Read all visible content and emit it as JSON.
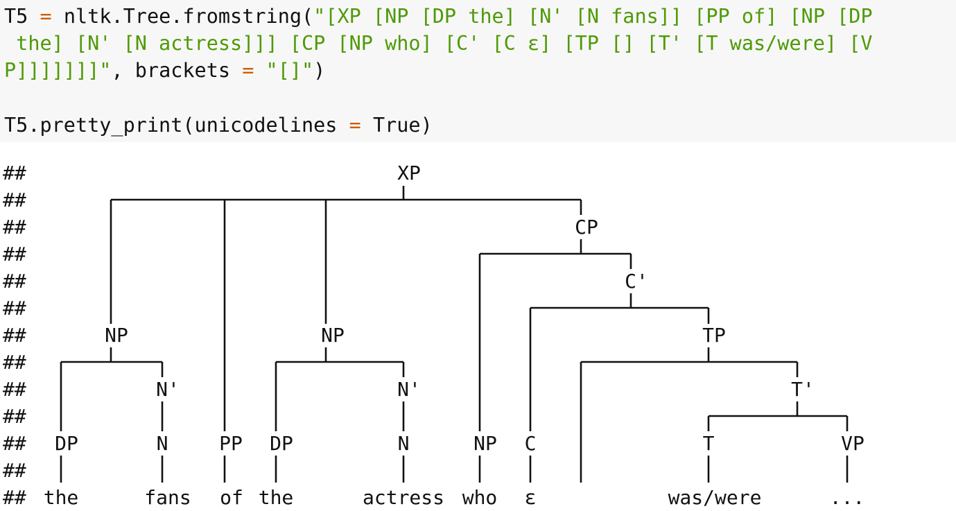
{
  "code": {
    "line1": {
      "var": "T5",
      "eq": "=",
      "call": "nltk.Tree.fromstring(",
      "str": "\"[XP [NP [DP the] [N' [N fans]] [PP of] [NP [DP"
    },
    "line2": {
      "str": " the] [N' [N actress]]] [CP [NP who] [C' [C ε] [TP [] [T' [T was/were] [V"
    },
    "line3": {
      "str": "P]]]]]]]\"",
      "mid": ", brackets ",
      "eq": "=",
      "space": " ",
      "str2": "\"[]\"",
      "close": ")"
    },
    "line5": {
      "call": "T5.pretty_print(unicodelines ",
      "eq": "=",
      "val": " True)"
    }
  },
  "output": {
    "prefix": "##",
    "row_count": 13,
    "tree": {
      "XP": "XP",
      "CP": "CP",
      "C_bar": "C'",
      "NP_1": "NP",
      "NP_2": "NP",
      "TP": "TP",
      "N_bar_1": "N'",
      "N_bar_2": "N'",
      "T_bar": "T'",
      "DP_1": "DP",
      "N_1": "N",
      "PP": "PP",
      "DP_2": "DP",
      "N_2": "N",
      "NP_3": "NP",
      "C": "C",
      "T": "T",
      "VP": "VP",
      "leaves": {
        "the_1": "the",
        "fans": "fans",
        "of": "of",
        "the_2": "the",
        "actress": "actress",
        "who": "who",
        "epsilon": "ε",
        "was_were": "was/were",
        "ellipsis": "..."
      }
    }
  }
}
